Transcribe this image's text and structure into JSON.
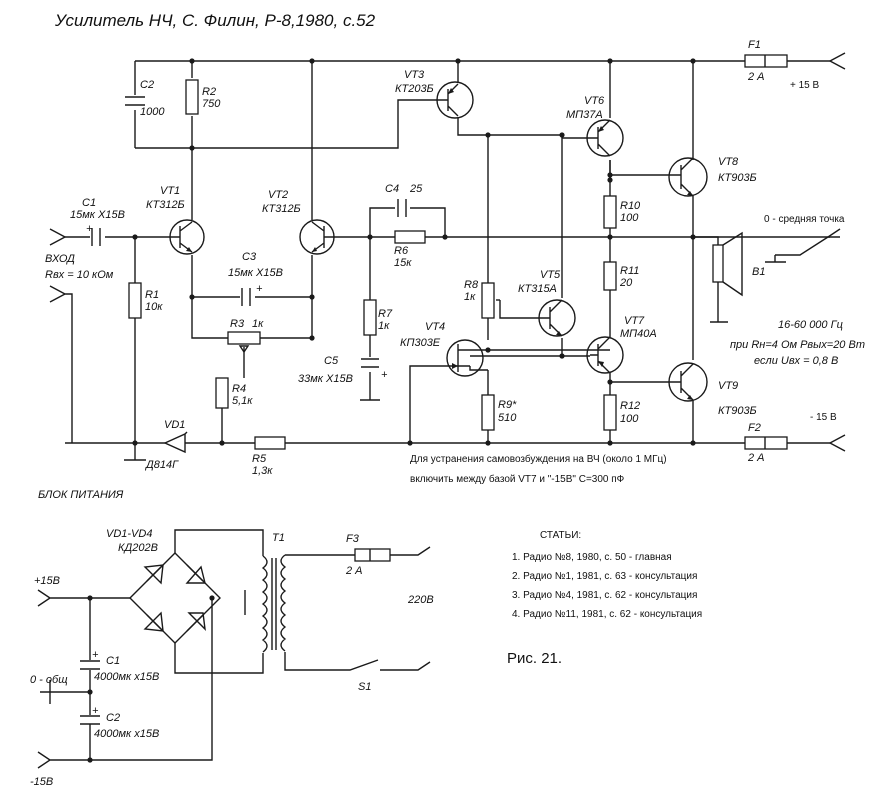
{
  "title": "Усилитель НЧ, С. Филин, Р-8,1980, с.52",
  "components": {
    "C2": {
      "ref": "C2",
      "value": "1000"
    },
    "R2": {
      "ref": "R2",
      "value": "750"
    },
    "VT3": {
      "ref": "VT3",
      "type": "КТ203Б"
    },
    "VT6": {
      "ref": "VT6",
      "type": "МП37А"
    },
    "F1": {
      "ref": "F1",
      "value": "2 А"
    },
    "plus15": "+ 15 В",
    "VT1": {
      "ref": "VT1",
      "type": "КТ312Б"
    },
    "VT2": {
      "ref": "VT2",
      "type": "КТ312Б"
    },
    "C4": {
      "ref": "C4",
      "value": "25"
    },
    "R6": {
      "ref": "R6",
      "value": "15к"
    },
    "VT8": {
      "ref": "VT8",
      "type": "КТ903Б"
    },
    "R10": {
      "ref": "R10",
      "value": "100"
    },
    "midpoint": "0 - средняя точка",
    "C1": {
      "ref": "C1",
      "value": "15мк Х15В"
    },
    "input": "ВХОД",
    "rin": "Rвх = 10 кОм",
    "C3": {
      "ref": "C3",
      "value": "15мк Х15В"
    },
    "R1": {
      "ref": "R1",
      "value": "10к"
    },
    "R8": {
      "ref": "R8",
      "value": "1к"
    },
    "VT5": {
      "ref": "VT5",
      "type": "КТ315А"
    },
    "R11": {
      "ref": "R11",
      "value": "20"
    },
    "B1": {
      "ref": "B1"
    },
    "R7": {
      "ref": "R7",
      "value": "1к"
    },
    "R3": {
      "ref": "R3",
      "value": "1к"
    },
    "VT4": {
      "ref": "VT4",
      "type": "КП303Е"
    },
    "VT7": {
      "ref": "VT7",
      "type": "МП40А"
    },
    "freq": "16-60 000 Гц",
    "pout": "при Rн=4 Ом Pвых=20 Вт",
    "uin": "если Uвх = 0,8 В",
    "C5": {
      "ref": "C5",
      "value": "33мк Х15В"
    },
    "R4": {
      "ref": "R4",
      "value": "5,1к"
    },
    "R9": {
      "ref": "R9*",
      "value": "510"
    },
    "VT9": {
      "ref": "VT9",
      "type": "КТ903Б"
    },
    "R12": {
      "ref": "R12",
      "value": "100"
    },
    "minus15": "- 15 В",
    "VD1": {
      "ref": "VD1",
      "type": "Д814Г"
    },
    "R5": {
      "ref": "R5",
      "value": "1,3к"
    },
    "F2": {
      "ref": "F2",
      "value": "2 А"
    }
  },
  "note_line1": "Для устранения самовозбуждения на ВЧ (около 1 МГц)",
  "note_line2": "включить между базой VT7 и \"-15В\" С=300 пФ",
  "psu": {
    "title": "БЛОК ПИТАНИЯ",
    "bridge_ref": "VD1-VD4",
    "bridge_type": "КД202В",
    "T1": "T1",
    "F3": {
      "ref": "F3",
      "value": "2 А"
    },
    "plus15": "+15В",
    "mains": "220В",
    "zero": "0 - общ",
    "C1": {
      "ref": "C1",
      "value": "4000мк х15В"
    },
    "C2": {
      "ref": "C2",
      "value": "4000мк х15В"
    },
    "S1": "S1",
    "minus15": "-15В"
  },
  "articles": {
    "heading": "СТАТЬИ:",
    "items": [
      "1. Радио №8, 1980, с. 50 - главная",
      "2. Радио №1, 1981, с. 63 - консультация",
      "3. Радио №4, 1981, с. 62 - консультация",
      "4. Радио №11, 1981, с. 62 - консультация"
    ]
  },
  "figure": "Рис. 21."
}
